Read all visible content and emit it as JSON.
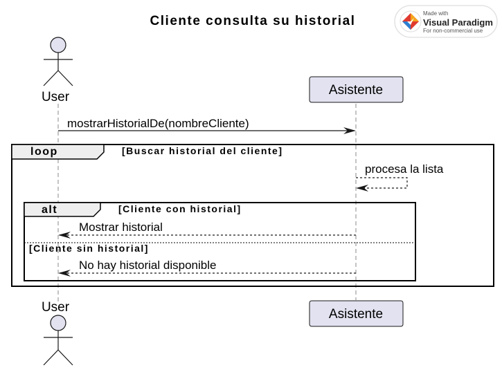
{
  "diagram": {
    "title": "Cliente consulta su historial",
    "participants": {
      "user": "User",
      "assistant": "Asistente"
    },
    "messages": {
      "m1": "mostrarHistorialDe(nombreCliente)",
      "m2": "procesa la lista",
      "m3": "Mostrar historial",
      "m4": "No hay historial disponible"
    },
    "loop": {
      "keyword": "loop",
      "guard": "[Buscar historial del cliente]"
    },
    "alt": {
      "keyword": "alt",
      "guard1": "[Cliente con historial]",
      "guard2": "[Cliente sin historial]"
    }
  },
  "badge": {
    "made_with": "Made with",
    "brand": "Visual Paradigm",
    "note": "For non-commercial use"
  }
}
